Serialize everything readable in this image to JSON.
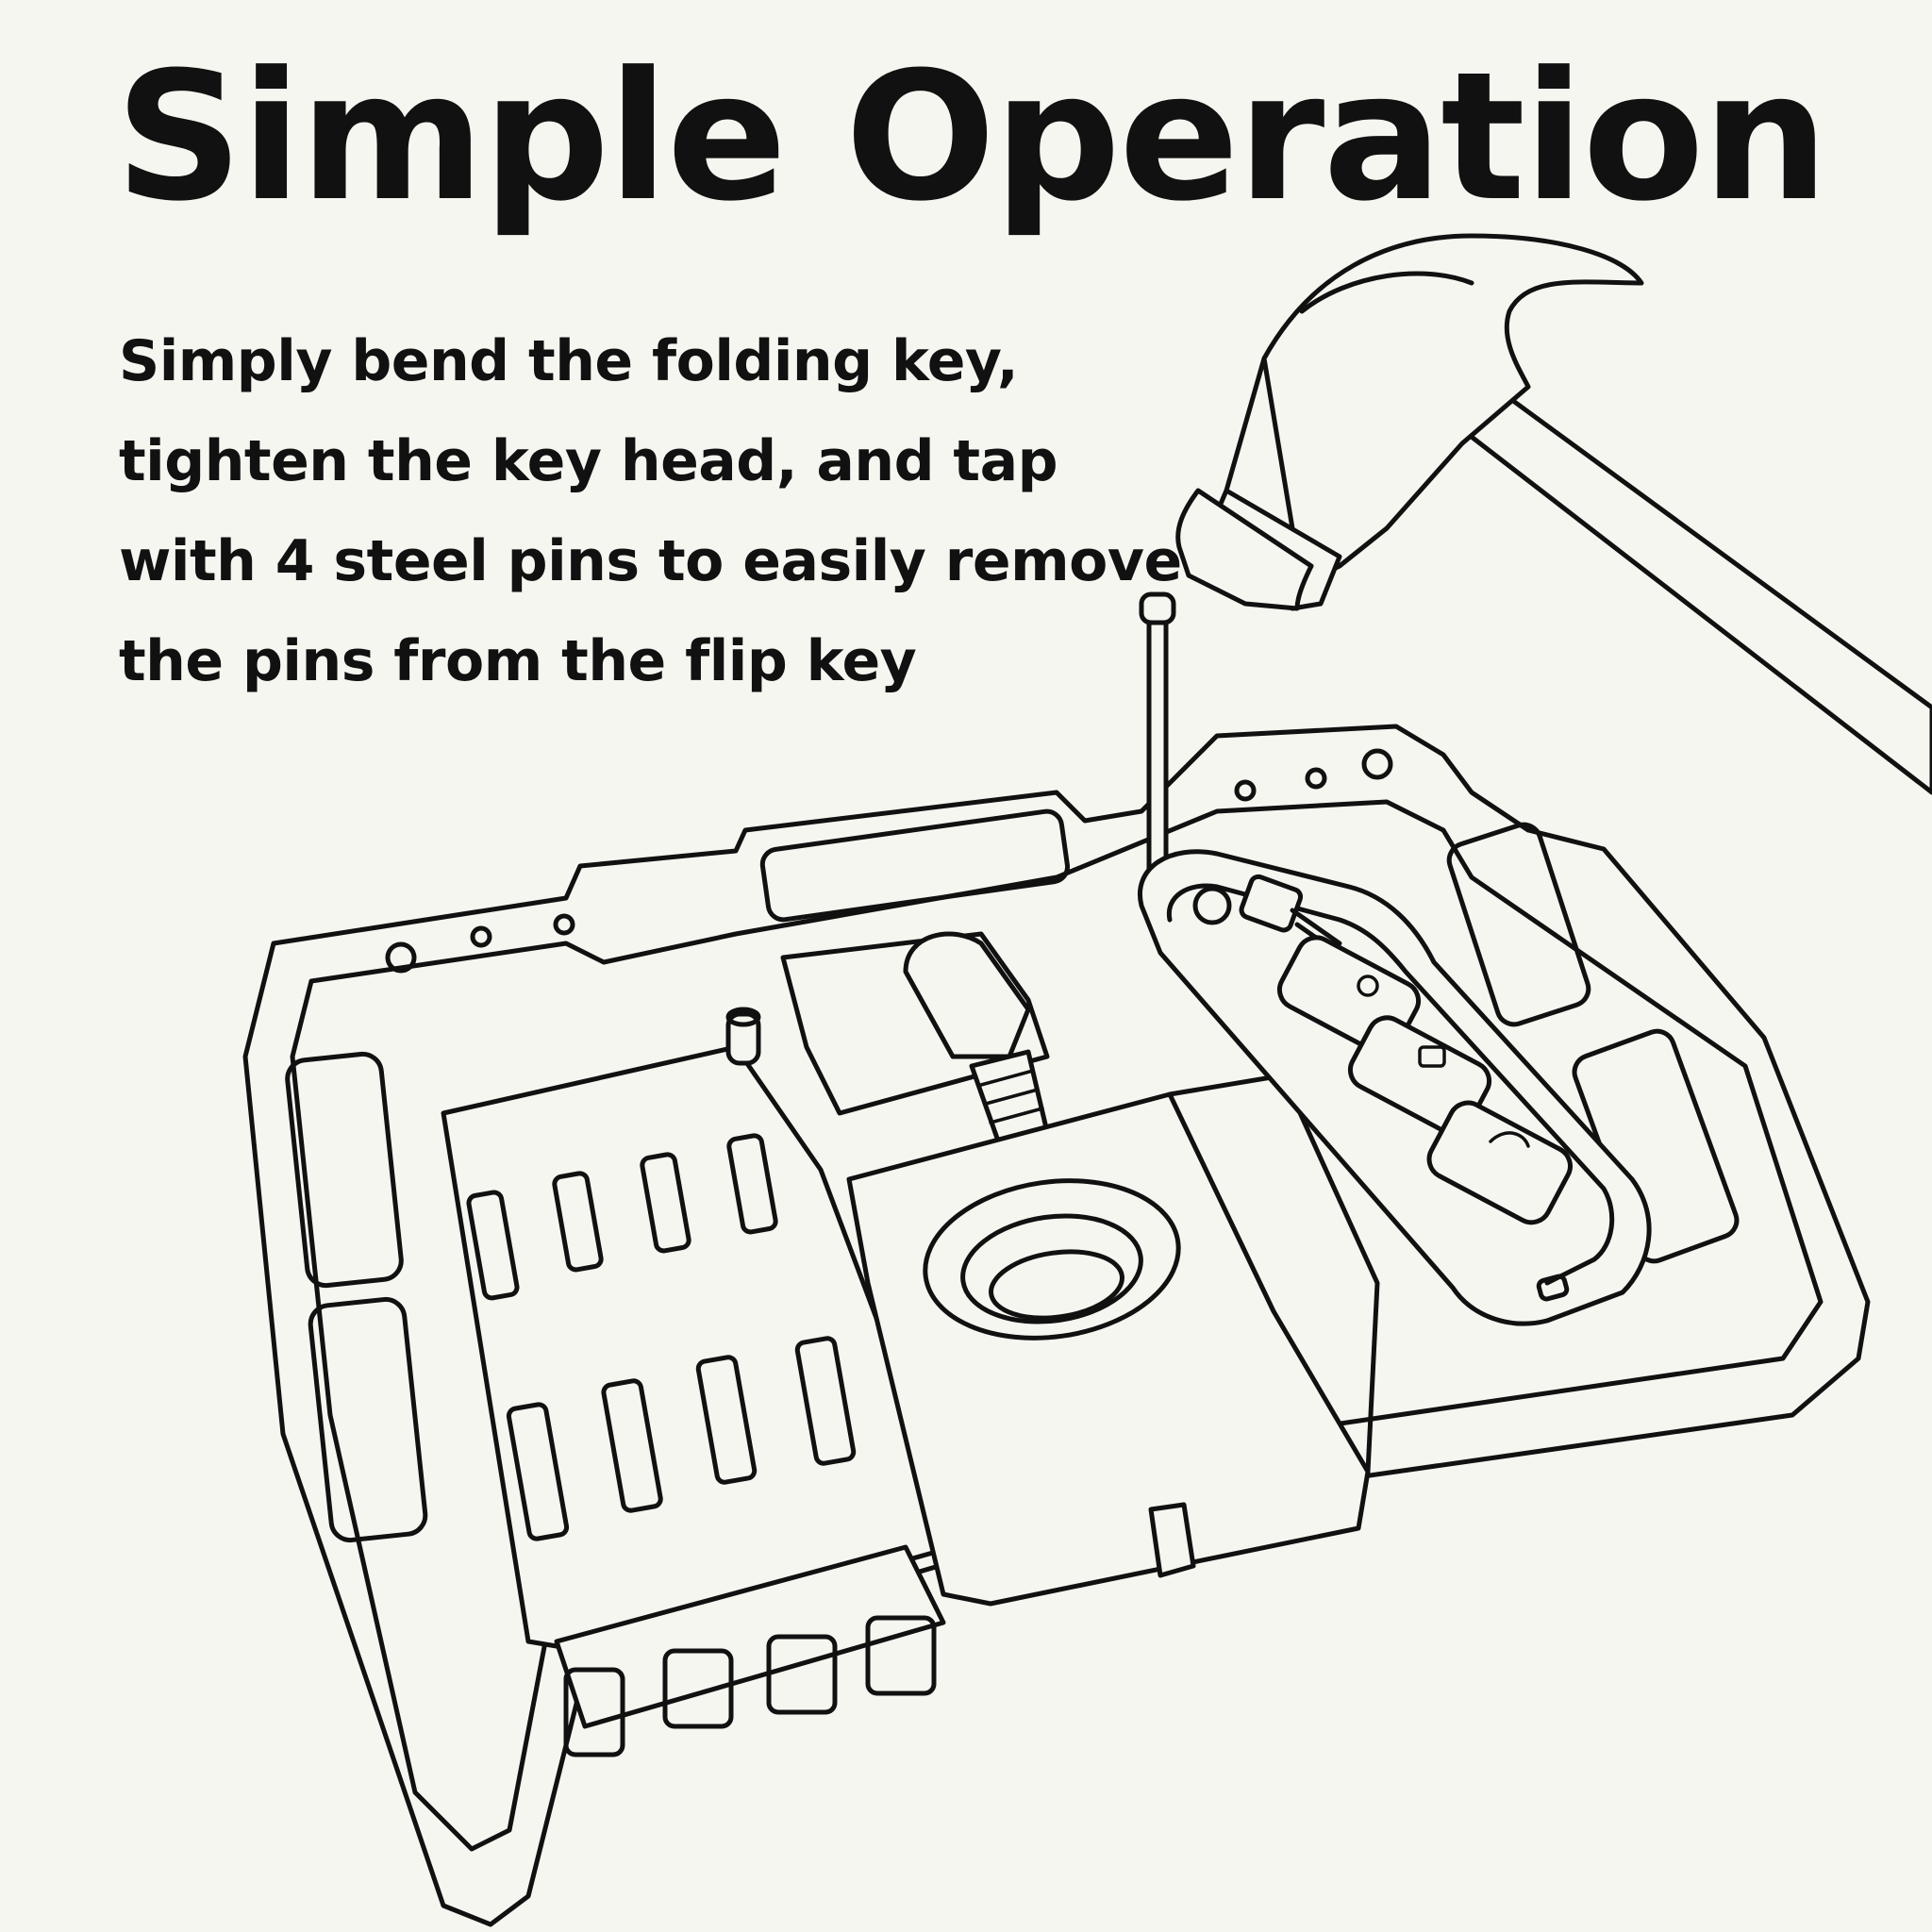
{
  "title": "Simple Operation",
  "description": {
    "lines": [
      "Simply bend the folding key,",
      "tighten the key head, and tap",
      "with 4 steel pins to easily remove",
      "the pins from the flip key"
    ]
  },
  "illustration": {
    "subjects": [
      "hammer-icon",
      "key-pin-removal-tool-icon",
      "flip-key-fob-icon",
      "steel-pin-icon"
    ],
    "ink_color": "#111111",
    "background_color": "#f6f6f1"
  }
}
